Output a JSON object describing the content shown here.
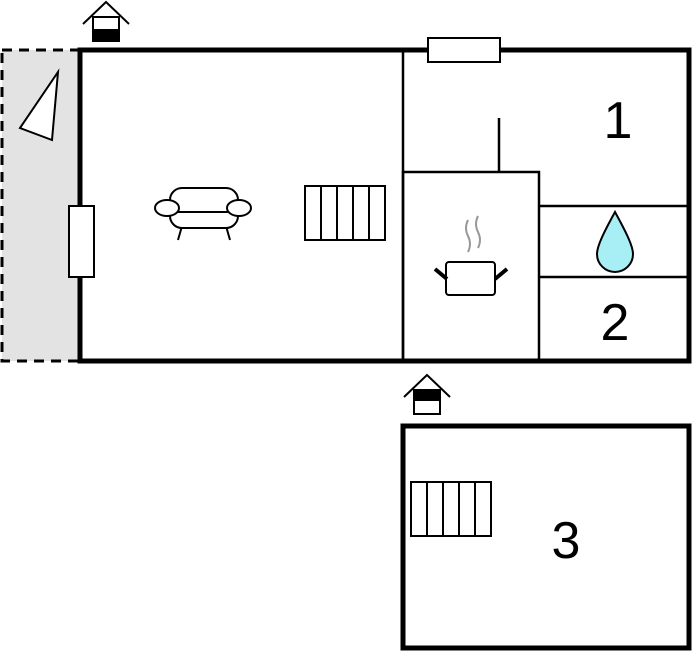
{
  "rooms": {
    "room1_label": "1",
    "room2_label": "2",
    "room3_label": "3"
  },
  "colors": {
    "terrace_fill": "#e3e3e3",
    "water_drop": "#a8eef5",
    "steam": "#999999",
    "wall": "#000000"
  },
  "icons": [
    "entrance-icon",
    "sofa-icon",
    "radiator-icon",
    "cooking-pot-icon",
    "water-drop-icon",
    "window-icon",
    "terrace-triangle-icon"
  ]
}
